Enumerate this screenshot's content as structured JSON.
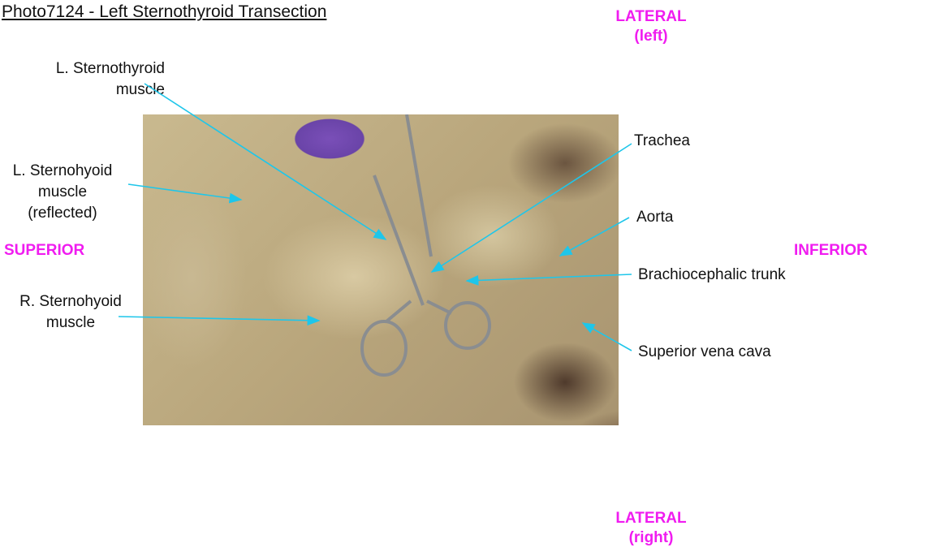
{
  "title": "Photo7124 - Left Sternothyroid Transection",
  "orientation": {
    "top": [
      "LATERAL",
      "(left)"
    ],
    "bottom": [
      "LATERAL",
      "(right)"
    ],
    "left": "SUPERIOR",
    "right": "INFERIOR"
  },
  "labels": {
    "l_sternothyroid": [
      "L. Sternothyroid",
      "muscle"
    ],
    "l_sternohyoid": [
      "L. Sternohyoid",
      "muscle",
      "(reflected)"
    ],
    "r_sternohyoid": [
      "R. Sternohyoid",
      "muscle"
    ],
    "trachea": "Trachea",
    "aorta": "Aorta",
    "brachiocephalic": "Brachiocephalic trunk",
    "svc": "Superior vena cava"
  },
  "colors": {
    "orientation": "#f01cf0",
    "leader": "#1ec6ea"
  }
}
